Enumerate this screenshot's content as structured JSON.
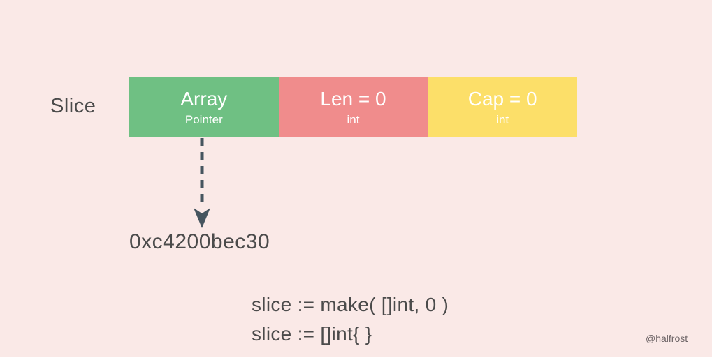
{
  "colors": {
    "background": "#fae9e7",
    "array_cell": "#6fc083",
    "len_cell": "#f08c8c",
    "cap_cell": "#fcdf69",
    "cell_text": "#ffffff",
    "dark_text": "#4b4b4b",
    "arrow": "#46555f"
  },
  "diagram": {
    "label": "Slice",
    "cells": [
      {
        "title": "Array",
        "subtitle": "Pointer"
      },
      {
        "title": "Len = 0",
        "subtitle": "int"
      },
      {
        "title": "Cap = 0",
        "subtitle": "int"
      }
    ],
    "pointer_address": "0xc4200bec30"
  },
  "code": {
    "lines": [
      "slice := make( []int, 0 )",
      "slice := []int{ }"
    ]
  },
  "watermark": "@halfrost"
}
